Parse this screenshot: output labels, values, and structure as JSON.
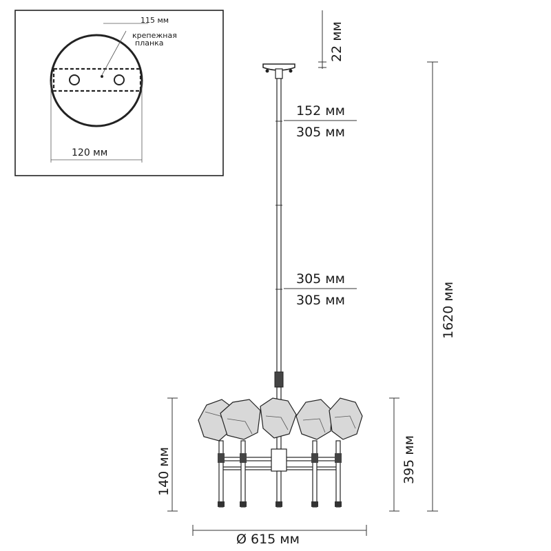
{
  "inset": {
    "mount_width_label": "115 мм",
    "bracket_label_line1": "крепежная",
    "bracket_label_line2": "планка",
    "canopy_diameter_label": "120 мм"
  },
  "dimensions": {
    "canopy_height": "22 мм",
    "rod_segment_1_top": "152 мм",
    "rod_segment_1_bottom": "305 мм",
    "rod_segment_2_top": "305 мм",
    "rod_segment_2_bottom": "305 мм",
    "total_height": "1620 мм",
    "body_height": "395 мм",
    "arm_height": "140 мм",
    "diameter": "Ø 615 мм"
  }
}
